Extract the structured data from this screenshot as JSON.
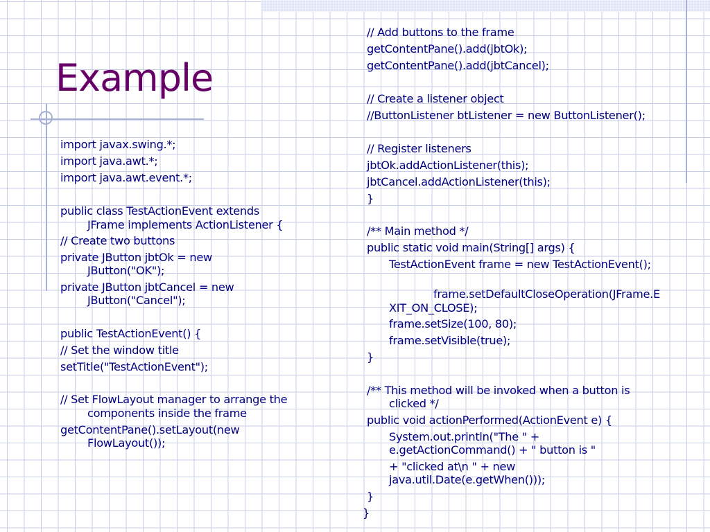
{
  "slide": {
    "title": "Example",
    "left_column": [
      {
        "text": "import javax.swing.*;"
      },
      {
        "text": "import java.awt.*;"
      },
      {
        "text": "import java.awt.event.*;"
      },
      {
        "text": "public class TestActionEvent extends",
        "cont": "JFrame implements ActionListener {"
      },
      {
        "text": " // Create two buttons"
      },
      {
        "text": " private JButton jbtOk = new",
        "cont": "JButton(\"OK\");"
      },
      {
        "text": " private JButton jbtCancel = new",
        "cont": "JButton(\"Cancel\");"
      },
      {
        "text": " public TestActionEvent() {"
      },
      {
        "text": " // Set the window title"
      },
      {
        "text": " setTitle(\"TestActionEvent\");"
      },
      {
        "text": " // Set FlowLayout manager to arrange the",
        "cont": "components inside the frame"
      },
      {
        "text": " getContentPane().setLayout(new",
        "cont": "FlowLayout());"
      }
    ],
    "right_column": [
      {
        "text": "// Add buttons to the frame"
      },
      {
        "text": "getContentPane().add(jbtOk);"
      },
      {
        "text": "getContentPane().add(jbtCancel);"
      },
      {
        "text": "// Create a listener object"
      },
      {
        "text": "//ButtonListener btListener = new ButtonListener();"
      },
      {
        "text": "// Register listeners"
      },
      {
        "text": "jbtOk.addActionListener(this);"
      },
      {
        "text": "jbtCancel.addActionListener(this);"
      },
      {
        "text": "}"
      },
      {
        "text": "/** Main method */"
      },
      {
        "text": "public static void main(String[] args) {"
      },
      {
        "text": "TestActionEvent frame = new TestActionEvent();"
      },
      {
        "text": "frame.setDefaultCloseOperation(JFrame.E",
        "cont": "XIT_ON_CLOSE);"
      },
      {
        "text": "frame.setSize(100, 80);"
      },
      {
        "text": "frame.setVisible(true);"
      },
      {
        "text": "}"
      },
      {
        "text": "/** This method will be invoked when a button is",
        "cont": "clicked */"
      },
      {
        "text": "public void actionPerformed(ActionEvent e) {"
      },
      {
        "text": "System.out.println(\"The \" +",
        "cont": "e.getActionCommand() + \" button is \""
      },
      {
        "text": "+ \"clicked at\\n \" + new",
        "cont": "java.util.Date(e.getWhen()));"
      },
      {
        "text": "}"
      },
      {
        "text": "}"
      }
    ]
  }
}
